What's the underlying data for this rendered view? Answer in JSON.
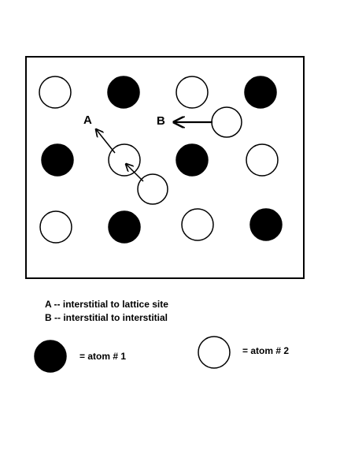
{
  "diagram": {
    "lattice_rows": [
      [
        "atom_2",
        "atom_1",
        "atom_2",
        "atom_1"
      ],
      [
        "atom_1",
        "atom_2",
        "atom_1",
        "atom_2"
      ],
      [
        "atom_2",
        "atom_1",
        "atom_2",
        "atom_1"
      ]
    ],
    "interstitials": [
      {
        "name": "interstitial-atom-b-start"
      },
      {
        "name": "interstitial-atom-a-start"
      }
    ],
    "labels": {
      "a": "A",
      "b": "B"
    },
    "colors": {
      "atom_1_fill": "#000000",
      "atom_2_fill": "#ffffff",
      "stroke": "#000000",
      "background": "#ffffff"
    }
  },
  "legend": {
    "line_a": "A -- interstitial to lattice site",
    "line_b": "B -- interstitial to interstitial",
    "atom_1_label": "= atom # 1",
    "atom_2_label": "= atom # 2"
  }
}
